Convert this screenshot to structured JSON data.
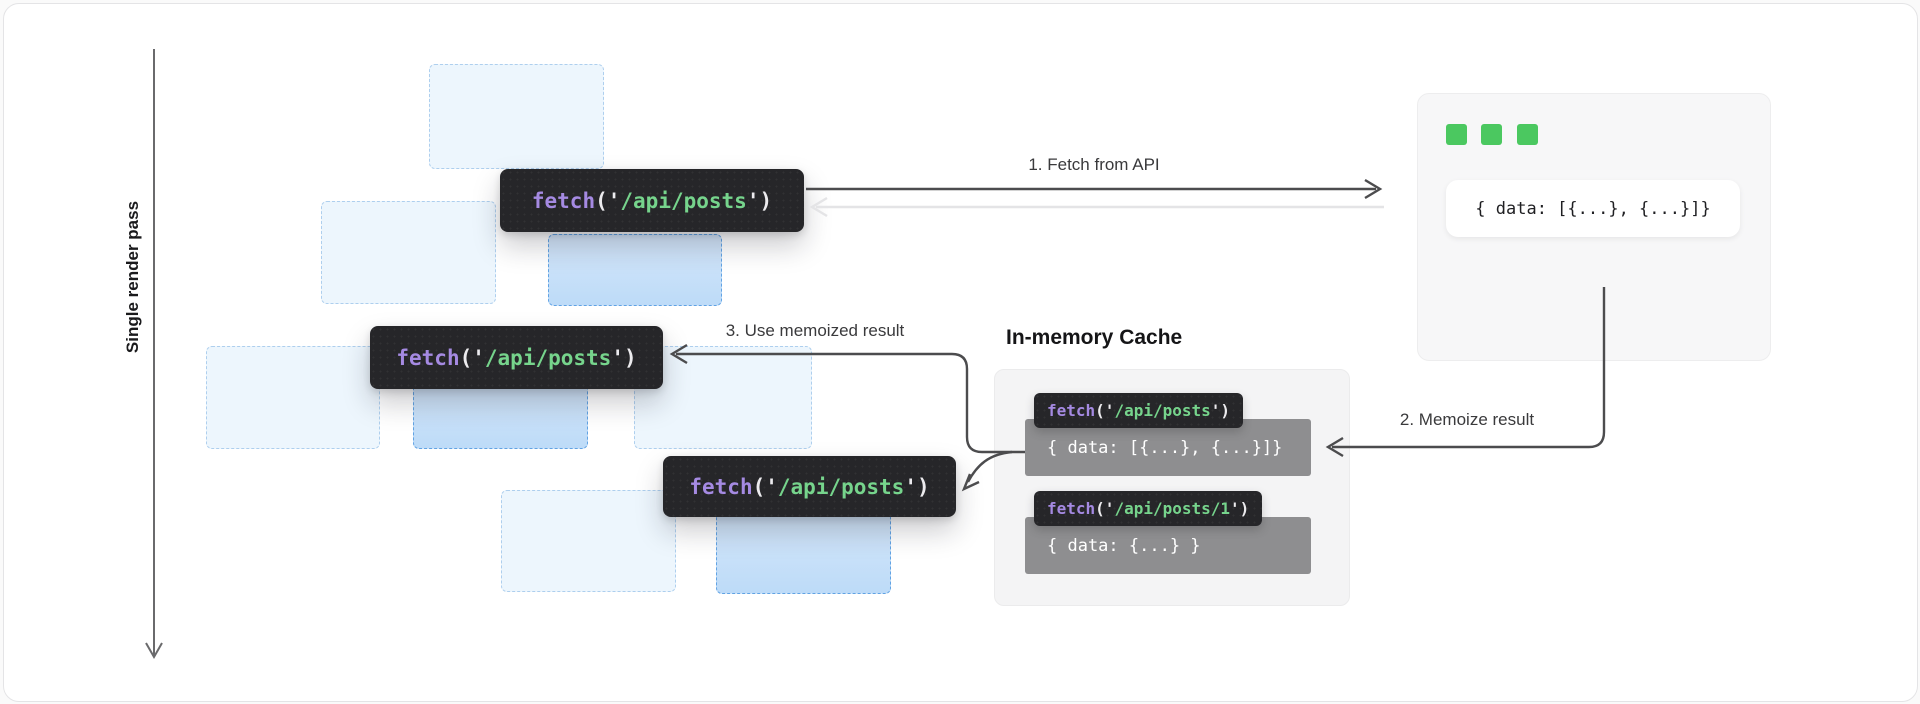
{
  "colors": {
    "code_background": "#262629",
    "code_keyword_purple": "#a58ae2",
    "code_string_green": "#76d48c",
    "code_punctuation": "#ecebee",
    "server_indicator_green": "#4bc860",
    "arrow_dark": "#4c4c4e",
    "arrow_light": "#e4e4e6",
    "placeholder_blue_border": "#aecfee",
    "placeholder_active_border": "#61a3e4"
  },
  "timeline": {
    "label": "Single render pass"
  },
  "render_pass": {
    "fetch_calls": [
      {
        "keyword": "fetch",
        "open": "('",
        "path": "/api/posts",
        "close": "')"
      },
      {
        "keyword": "fetch",
        "open": "('",
        "path": "/api/posts",
        "close": "')"
      },
      {
        "keyword": "fetch",
        "open": "('",
        "path": "/api/posts",
        "close": "')"
      }
    ]
  },
  "steps": {
    "step1_label": "1. Fetch from API",
    "step2_label": "2. Memoize result",
    "step3_label": "3. Use memoized result"
  },
  "cache": {
    "title": "In-memory Cache",
    "entries": [
      {
        "key": {
          "keyword": "fetch",
          "open": "('",
          "path": "/api/posts",
          "close": "')"
        },
        "value": "{ data: [{...}, {...}]}"
      },
      {
        "key": {
          "keyword": "fetch",
          "open": "('",
          "path": "/api/posts/1",
          "close": "')"
        },
        "value": "{ data: {...} }"
      }
    ]
  },
  "server": {
    "response": "{ data: [{...}, {...}]}"
  }
}
